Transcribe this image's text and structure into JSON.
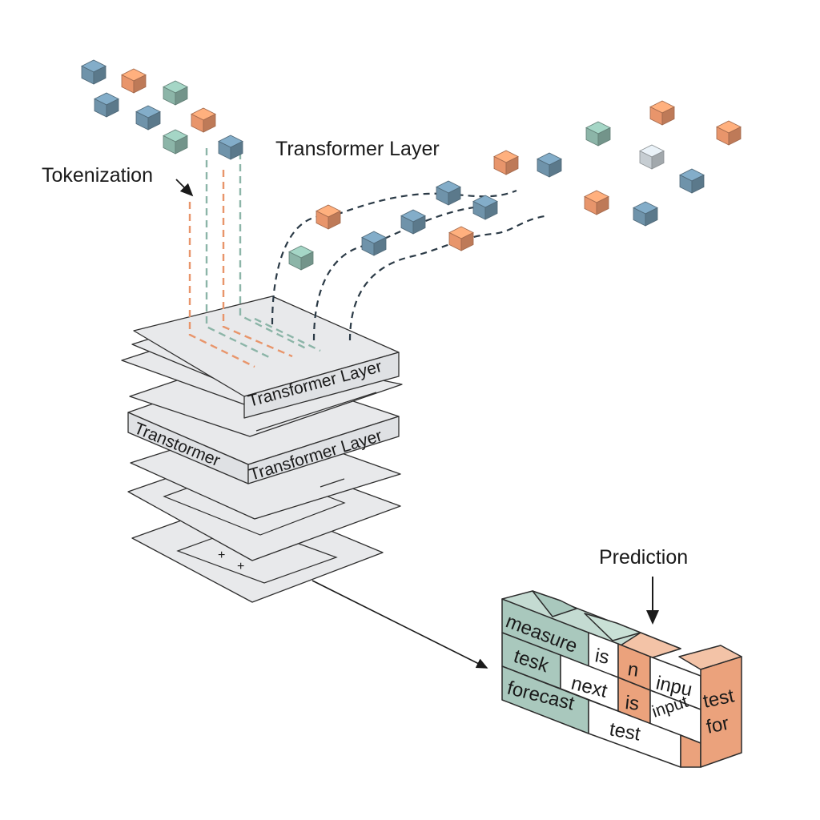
{
  "labels": {
    "tokenization": "Tokenization",
    "transformer_layer_title": "Transformer Layer",
    "prediction": "Prediction"
  },
  "stack": {
    "top_layer_label": "Transformer Layer",
    "middle_layer_left": "Transtormer",
    "middle_layer_right": "Transformer Layer"
  },
  "prediction_grid": {
    "row1": [
      "measure",
      "is",
      "n",
      "inpu"
    ],
    "row2": [
      "tesk",
      "next",
      "is",
      "input"
    ],
    "row3": [
      "forecast",
      "test"
    ],
    "side": [
      "test",
      "for"
    ]
  },
  "colors": {
    "blue": "#6f93aa",
    "orange": "#e8956b",
    "teal": "#8cb5a8",
    "gray": "#c6cdd2",
    "ink": "#2b3a46",
    "grid_teal": "#a9c8bd",
    "grid_orange": "#eba27c",
    "grid_peach": "#f3c3a7"
  },
  "token_cubes": [
    {
      "color": "blue"
    },
    {
      "color": "orange"
    },
    {
      "color": "teal"
    },
    {
      "color": "blue"
    },
    {
      "color": "blue"
    },
    {
      "color": "orange"
    },
    {
      "color": "teal"
    },
    {
      "color": "blue"
    },
    {
      "color": "orange"
    },
    {
      "color": "teal"
    },
    {
      "color": "blue"
    },
    {
      "color": "blue"
    },
    {
      "color": "blue"
    },
    {
      "color": "orange"
    },
    {
      "color": "orange"
    },
    {
      "color": "blue"
    },
    {
      "color": "teal"
    },
    {
      "color": "gray"
    },
    {
      "color": "orange"
    },
    {
      "color": "orange"
    },
    {
      "color": "blue"
    },
    {
      "color": "blue"
    },
    {
      "color": "orange"
    },
    {
      "color": "blue"
    }
  ]
}
